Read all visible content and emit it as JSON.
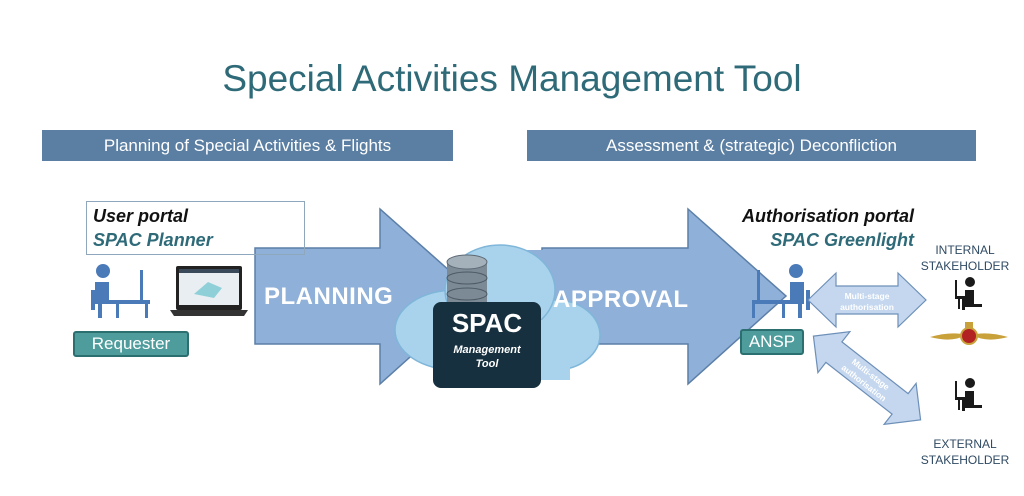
{
  "title": "Special Activities Management Tool",
  "bars": {
    "left": "Planning of Special Activities & Flights",
    "right": "Assessment & (strategic) Deconfliction"
  },
  "user_portal": {
    "line1": "User portal",
    "line2": "SPAC Planner"
  },
  "auth_portal": {
    "line1": "Authorisation portal",
    "line2": "SPAC Greenlight"
  },
  "arrows": {
    "planning": "PLANNING",
    "approval": "APPROVAL"
  },
  "spac_box": {
    "name": "SPAC",
    "sub1": "Management",
    "sub2": "Tool"
  },
  "roles": {
    "requester": "Requester",
    "ansp": "ANSP"
  },
  "stakeholders": {
    "internal_l1": "INTERNAL",
    "internal_l2": "STAKEHOLDER",
    "external_l1": "EXTERNAL",
    "external_l2": "STAKEHOLDER"
  },
  "multistage": {
    "l1": "Multi-stage",
    "l2": "authorisation"
  },
  "colors": {
    "title": "#2e6a78",
    "bar": "#5b7fa3",
    "arrow": "#8fb0d8",
    "chip": "#4f9c9c",
    "box": "#16303f",
    "cloud": "#a9d3ec"
  },
  "icons": [
    "person-at-desk-icon",
    "laptop-icon",
    "database-icon",
    "cloud-icon",
    "insignia-icon"
  ]
}
